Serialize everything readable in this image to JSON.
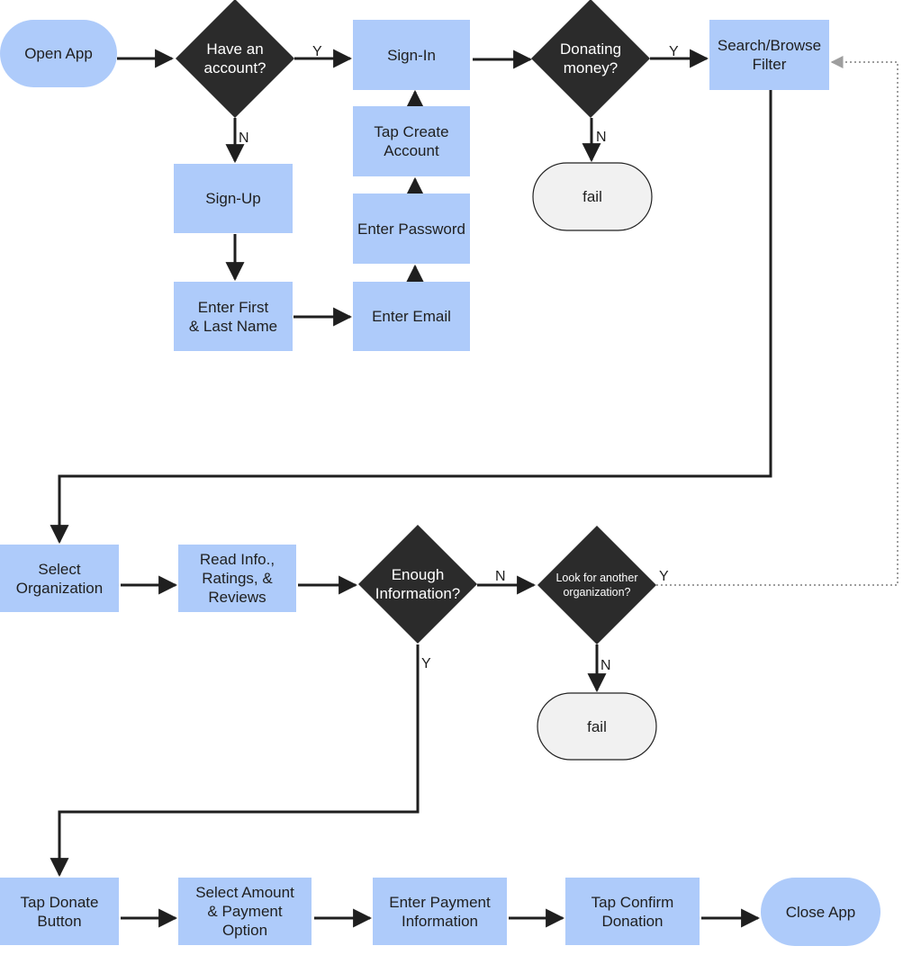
{
  "colors": {
    "box": "#aecbfa",
    "decision": "#2b2b2b",
    "fail": "#f1f1f1",
    "arrow": "#1f1f1f",
    "loop": "#9e9e9e"
  },
  "nodes": {
    "open_app": "Open App",
    "have_account": "Have an\naccount?",
    "sign_in": "Sign-In",
    "donating_money": "Donating\nmoney?",
    "search_filter": "Search/Browse\nFilter",
    "sign_up": "Sign-Up",
    "tap_create": "Tap Create\nAccount",
    "enter_password": "Enter Password",
    "enter_name": "Enter First\n& Last Name",
    "enter_email": "Enter Email",
    "fail_1": "fail",
    "select_org": "Select\nOrganization",
    "read_info": "Read Info.,\nRatings, &\nReviews",
    "enough_info": "Enough\nInformation?",
    "look_another": "Look for another\norganization?",
    "fail_2": "fail",
    "tap_donate": "Tap Donate\nButton",
    "select_amount": "Select Amount\n& Payment\nOption",
    "enter_payment": "Enter Payment\nInformation",
    "tap_confirm": "Tap Confirm\nDonation",
    "close_app": "Close App"
  },
  "edge_labels": {
    "have_account_yes": "Y",
    "have_account_no": "N",
    "donating_yes": "Y",
    "donating_no": "N",
    "enough_no": "N",
    "enough_yes": "Y",
    "look_yes": "Y",
    "look_no": "N"
  }
}
